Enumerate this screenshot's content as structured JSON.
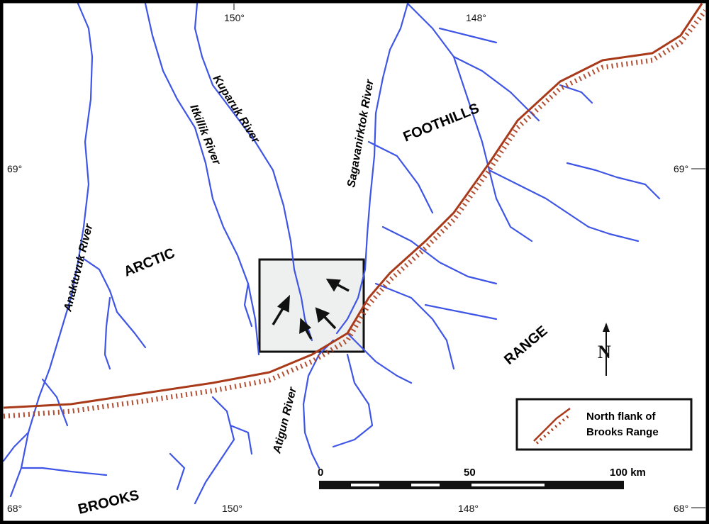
{
  "colors": {
    "river": "#3f55e6",
    "range_line": "#a83a1a",
    "study_box_fill": "#eef0f0",
    "frame": "#000000"
  },
  "graticule": {
    "top": [
      "150°",
      "148°"
    ],
    "bottom": [
      "150°",
      "148°"
    ],
    "left": [
      "69°",
      "68°"
    ],
    "right": [
      "69°",
      "68°"
    ]
  },
  "rivers": [
    "Anaktuvuk River",
    "Itkillik River",
    "Kuparuk River",
    "Sagavanirktok River",
    "Atigun River"
  ],
  "regions": [
    "ARCTIC",
    "FOOTHILLS",
    "RANGE",
    "BROOKS"
  ],
  "legend": {
    "line1": "North flank of",
    "line2": "Brooks Range"
  },
  "scale": {
    "labels": [
      "0",
      "50",
      "100 km"
    ]
  },
  "north_arrow": {
    "label": "N"
  }
}
